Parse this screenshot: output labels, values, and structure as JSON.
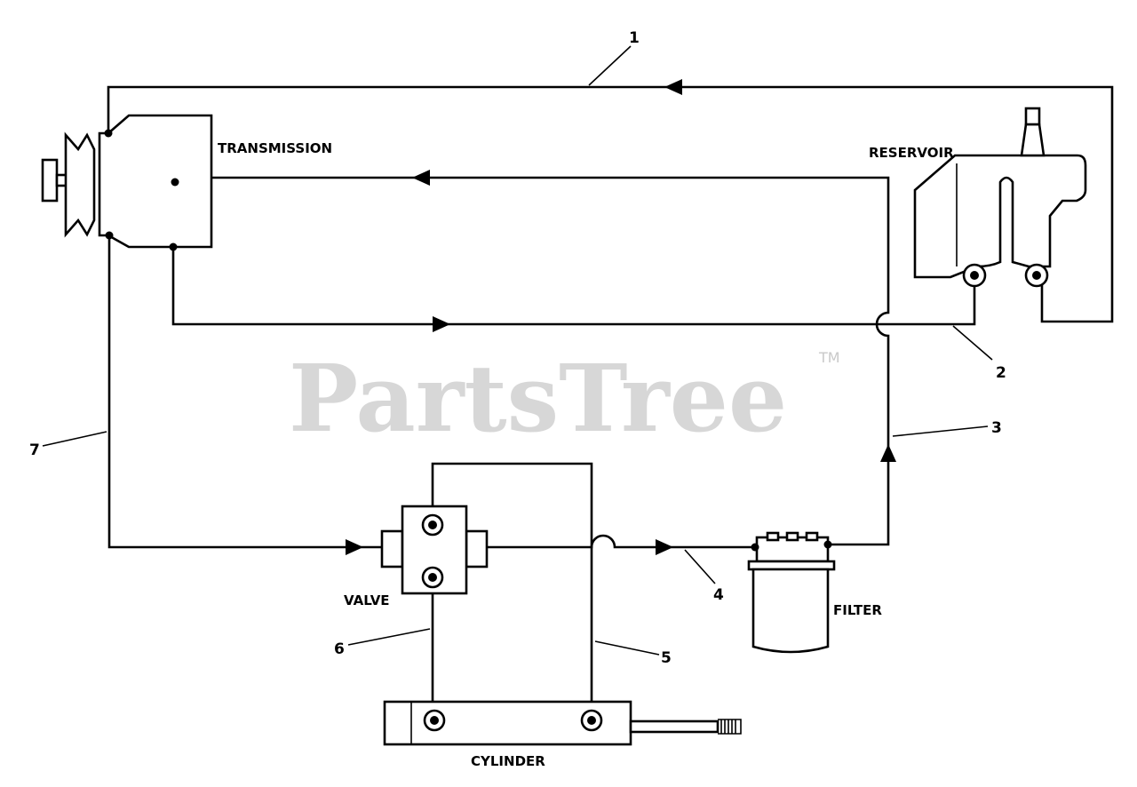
{
  "components": {
    "transmission": "TRANSMISSION",
    "reservoir": "RESERVOIR",
    "valve": "VALVE",
    "filter": "FILTER",
    "cylinder": "CYLINDER"
  },
  "callouts": [
    "1",
    "2",
    "3",
    "4",
    "5",
    "6",
    "7"
  ],
  "watermark": {
    "text": "PartsTree",
    "trademark": "TM"
  }
}
